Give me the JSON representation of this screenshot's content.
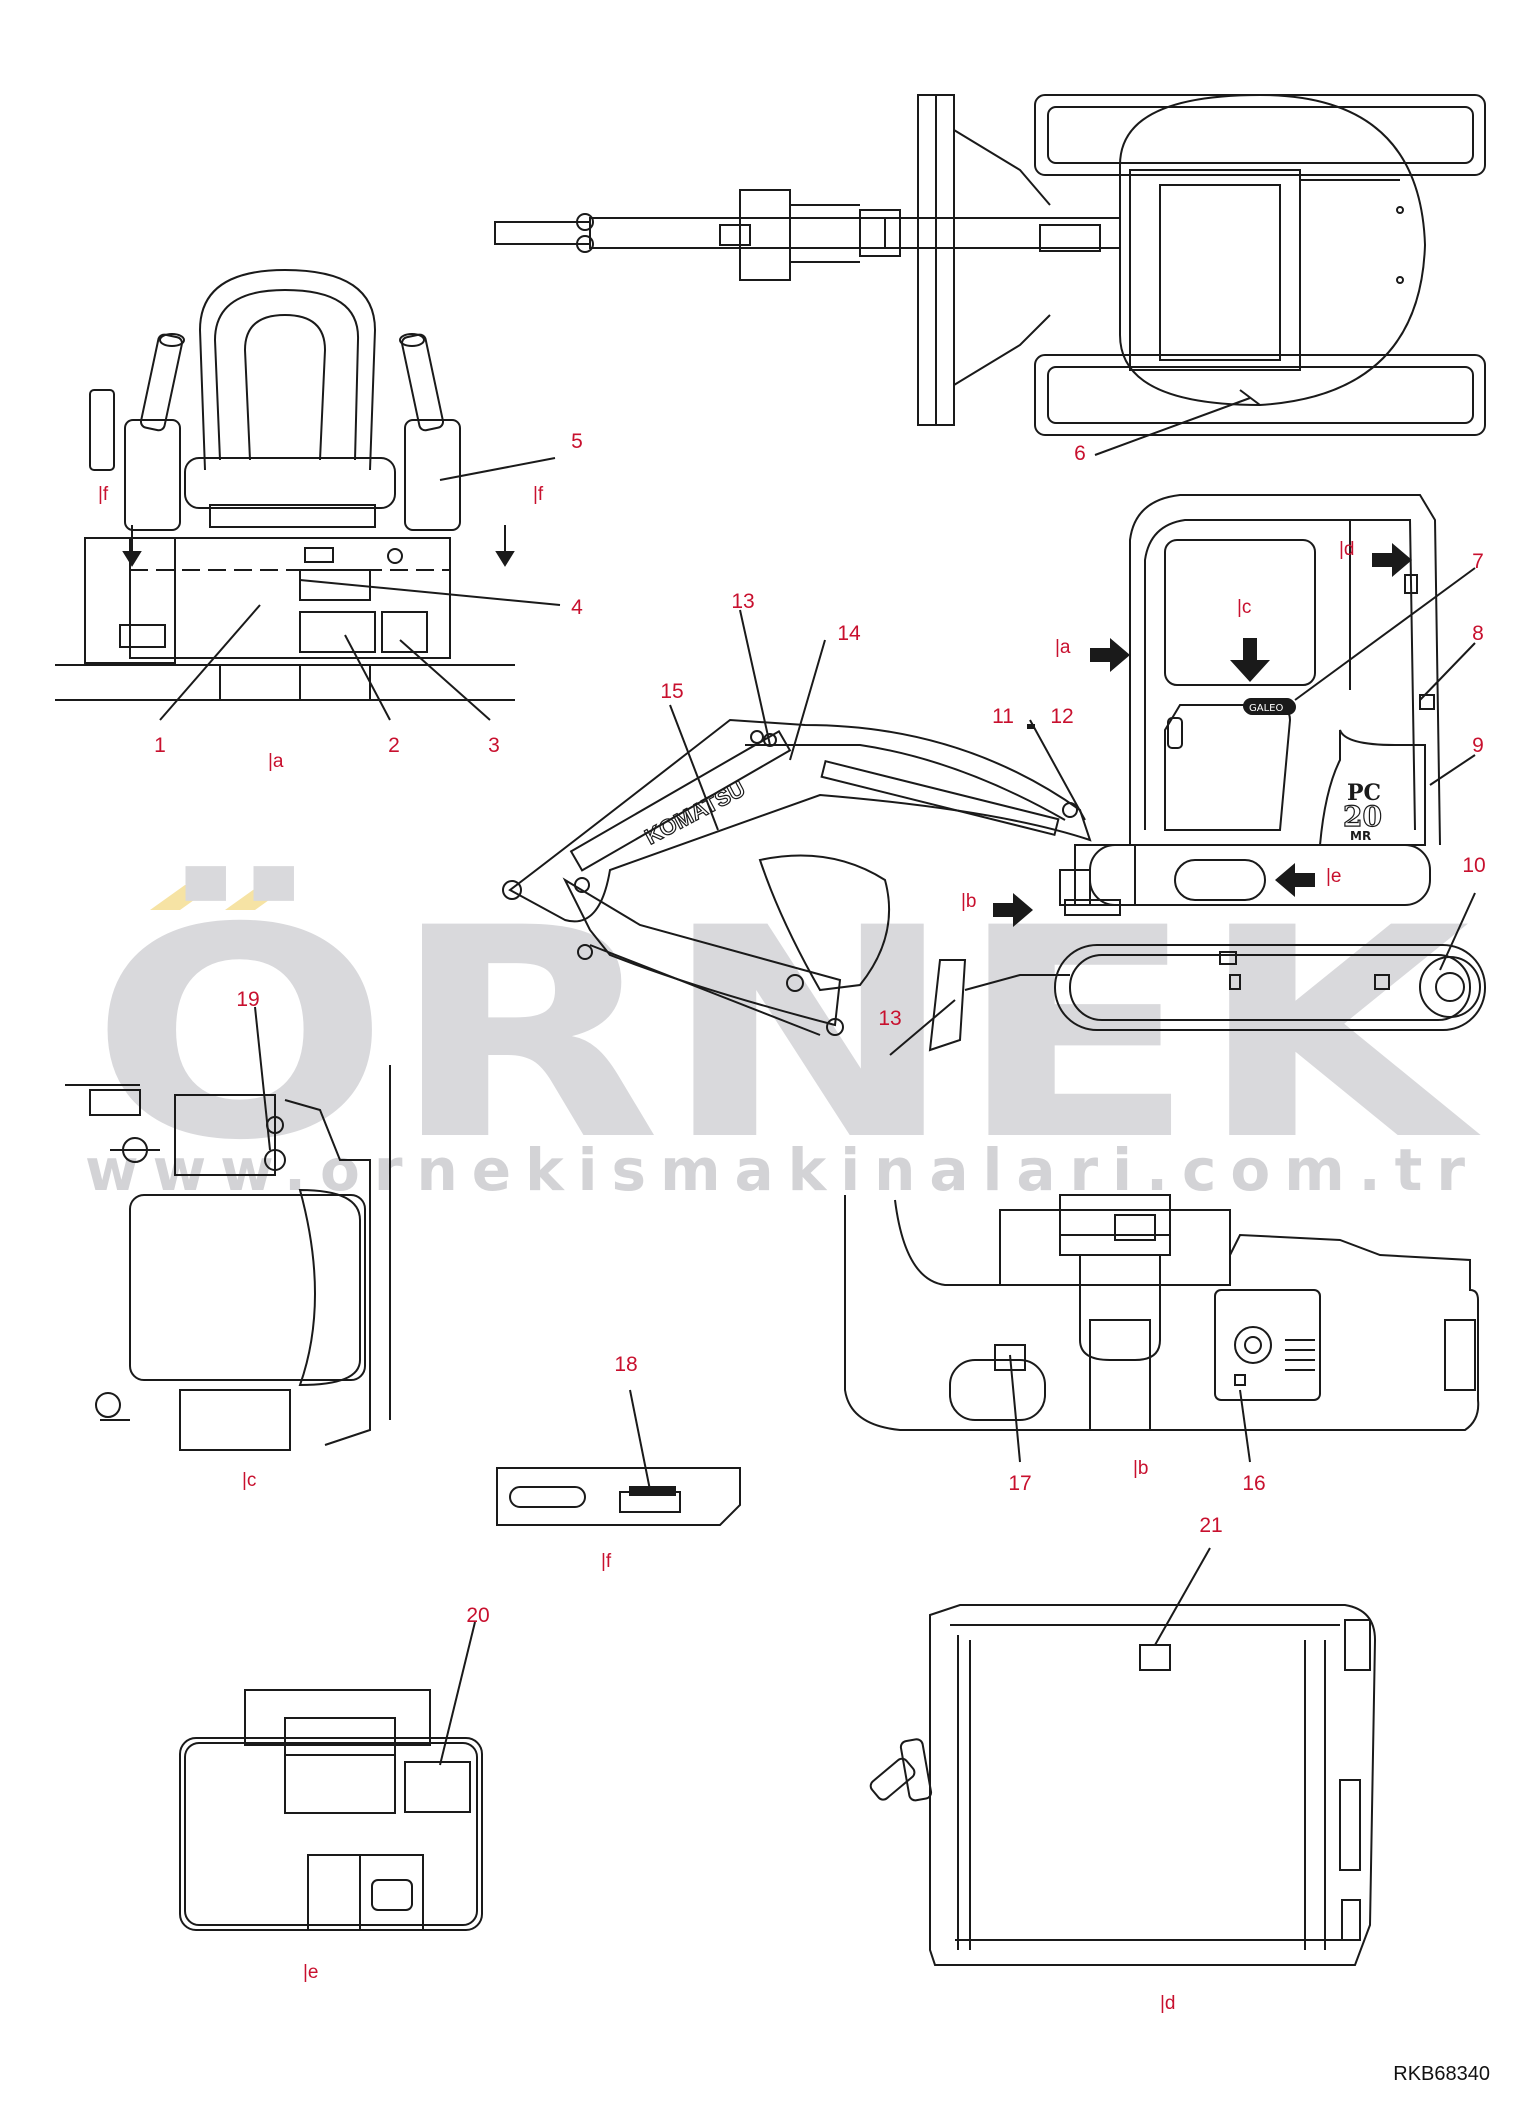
{
  "watermark": {
    "brand": "ÖRNEK",
    "url": "www.ornekismakinalari.com.tr",
    "colors": {
      "letters": "#d9d9dc",
      "umlaut": "#f6e3a4"
    }
  },
  "callouts": [
    "1",
    "2",
    "3",
    "4",
    "5",
    "6",
    "7",
    "8",
    "9",
    "10",
    "11",
    "12",
    "13",
    "14",
    "15",
    "16",
    "17",
    "18",
    "19",
    "20",
    "21"
  ],
  "views": {
    "a": "|a",
    "b": "|b",
    "c": "|c",
    "d": "|d",
    "e": "|e",
    "f": "|f"
  },
  "machine_marks": {
    "brand": "KOMATSU",
    "model_top": "PC",
    "model_num": "20",
    "model_sub": "MR",
    "plate": "GALEO"
  },
  "figure_code": "RKB68340",
  "colors": {
    "callout": "#c8102e",
    "line": "#1a1a1a"
  }
}
